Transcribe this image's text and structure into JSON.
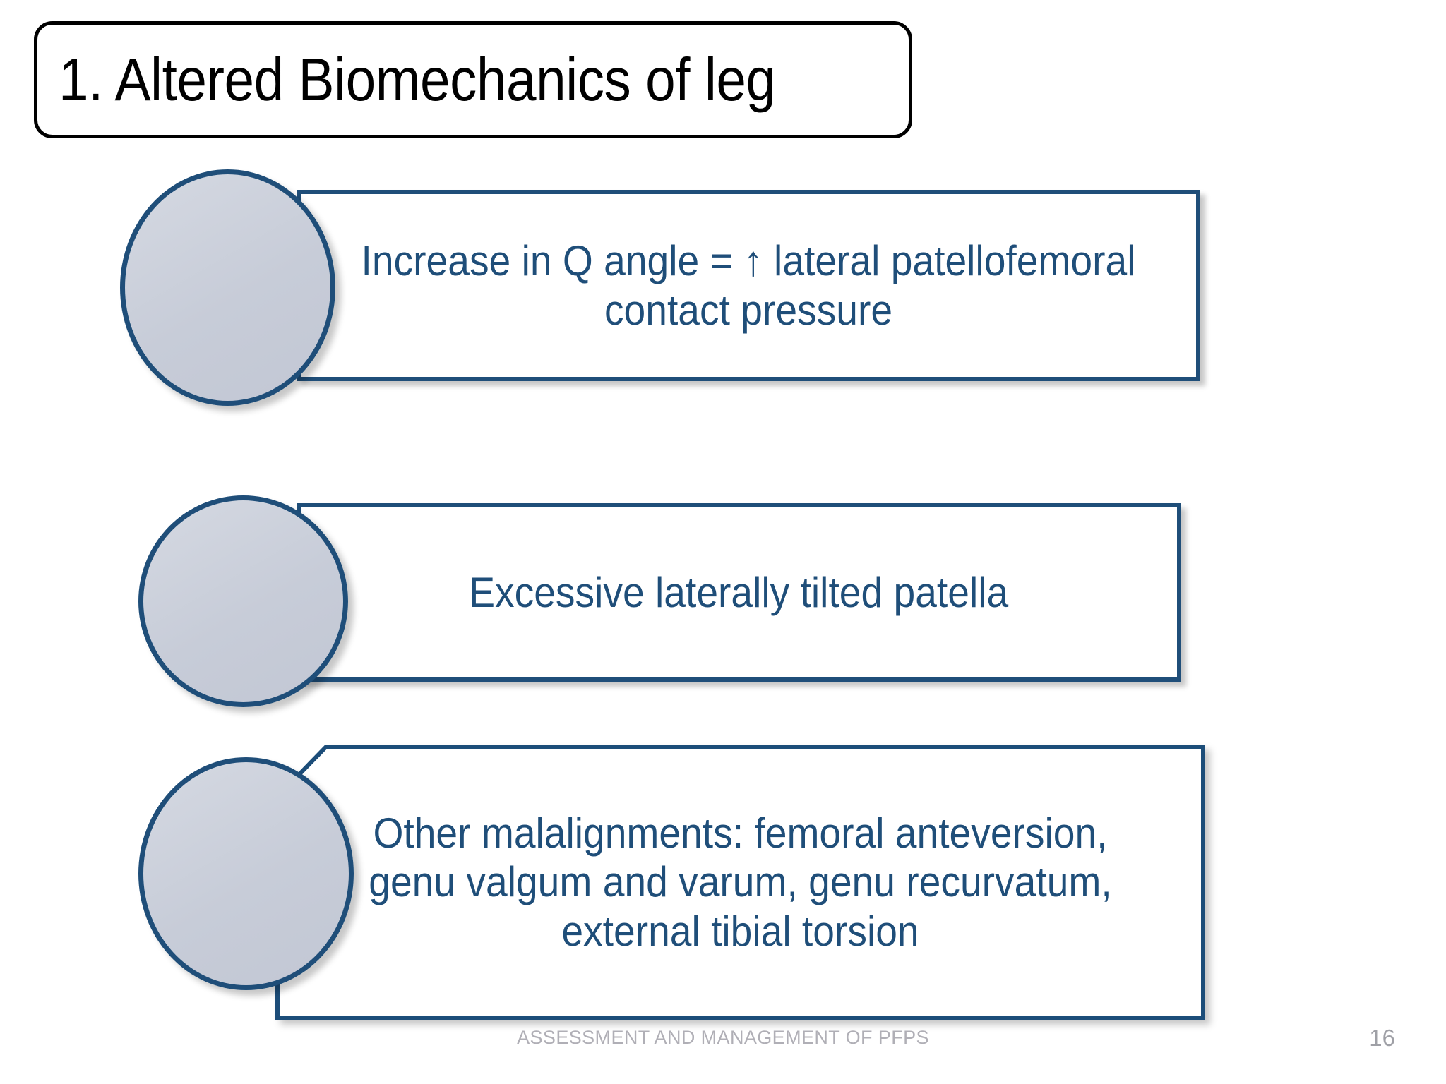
{
  "slide": {
    "title": "1. Altered Biomechanics of leg",
    "accent_color": "#1F4E79",
    "bubble_fill": "#C9CEDA",
    "title_border_color": "#000000",
    "footer": {
      "text": "ASSESSMENT AND MANAGEMENT OF PFPS",
      "page_number": "16"
    },
    "items": [
      {
        "bubble_name": "bullet-bubble-1",
        "text": "Increase in Q angle = ↑ lateral patellofemoral contact pressure"
      },
      {
        "bubble_name": "bullet-bubble-2",
        "text": "Excessive laterally tilted patella"
      },
      {
        "bubble_name": "bullet-bubble-3",
        "text": "Other malalignments: femoral anteversion, genu valgum and varum, genu recurvatum, external tibial torsion"
      }
    ]
  }
}
